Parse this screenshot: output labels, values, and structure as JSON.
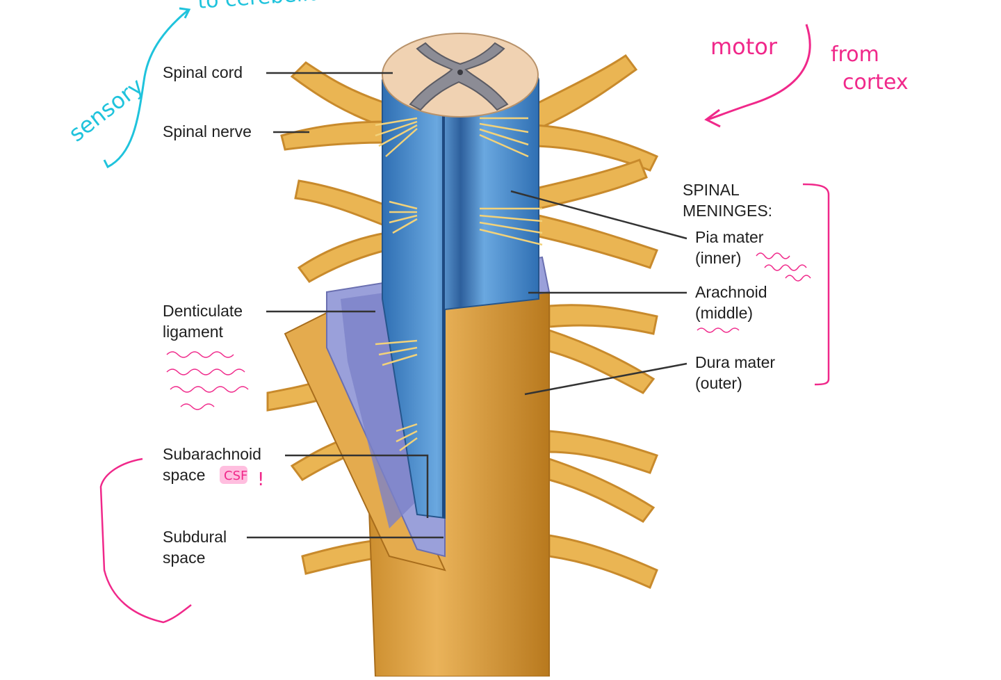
{
  "labels": {
    "spinal_cord": "Spinal cord",
    "spinal_nerve": "Spinal nerve",
    "meninges_heading": "SPINAL\nMENINGES:",
    "pia_mater": "Pia mater\n(inner)",
    "arachnoid": "Arachnoid\n(middle)",
    "dura_mater": "Dura mater\n(outer)",
    "denticulate_ligament": "Denticulate\nligament",
    "subarachnoid_space": "Subarachnoid\nspace",
    "subdural_space": "Subdural\nspace"
  },
  "annotations": {
    "to_cerebellum": "to cerebellum",
    "sensory": "sensory",
    "motor": "motor",
    "from_cortex": "from\ncortex",
    "csf": "CSF",
    "exclaim": "!"
  },
  "colors": {
    "cyan_ink": "#1fc3dc",
    "pink_ink": "#f0288a",
    "cord_blue": "#4f8fcf",
    "nerve_gold": "#e8b04a",
    "dura_orange": "#d9a03e",
    "arachnoid_lavender": "#9a9fd6",
    "gray_matter": "#8c8c95",
    "white_matter": "#f0d2b2"
  }
}
